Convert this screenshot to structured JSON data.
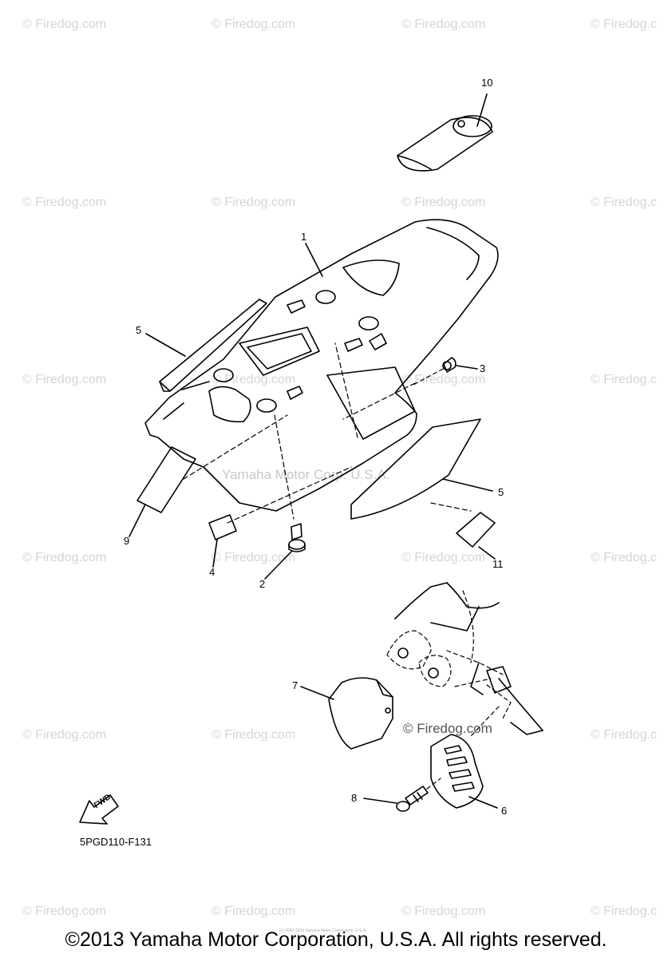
{
  "watermarks": {
    "site": "© Firedog.com",
    "site_truncated": "© Firedog.c",
    "center": "Yamaha Motor Corp. U.S.A.",
    "mid": "© Firedog.com"
  },
  "callouts": [
    "1",
    "2",
    "3",
    "4",
    "5",
    "5",
    "6",
    "7",
    "8",
    "9",
    "10",
    "11"
  ],
  "diagram_code": "5PGD110-F131",
  "fwd_label": "FWD",
  "tiny_note": "(c) 2000-2016 Yamaha Motor Corporation, U.S.A.",
  "copyright": "©2013 Yamaha Motor Corporation, U.S.A. All rights reserved."
}
